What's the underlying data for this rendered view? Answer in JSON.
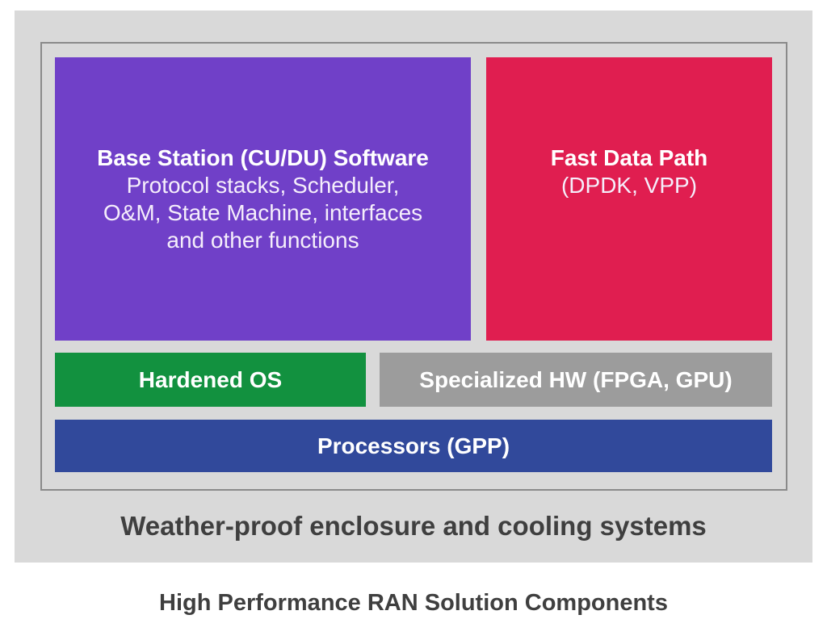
{
  "diagram": {
    "caption": "High Performance RAN Solution Components",
    "enclosure_label": "Weather-proof enclosure and cooling systems",
    "blocks": {
      "base_station": {
        "title": "Base Station (CU/DU) Software",
        "subtitle": "Protocol stacks, Scheduler,\nO&M, State Machine, interfaces\nand other functions",
        "color": "#7040c8"
      },
      "fast_data_path": {
        "title": "Fast Data Path",
        "subtitle": "(DPDK, VPP)",
        "color": "#e01e50"
      },
      "hardened_os": {
        "label": "Hardened OS",
        "color": "#12913f"
      },
      "specialized_hw": {
        "label": "Specialized HW (FPGA, GPU)",
        "color": "#9c9c9c"
      },
      "processors": {
        "label": "Processors (GPP)",
        "color": "#31499b"
      }
    },
    "colors": {
      "background_band": "#d9d9d9",
      "enclosure_border": "#8a8a8a",
      "dark_text": "#3f3f3f",
      "block_text": "#ffffff"
    }
  }
}
